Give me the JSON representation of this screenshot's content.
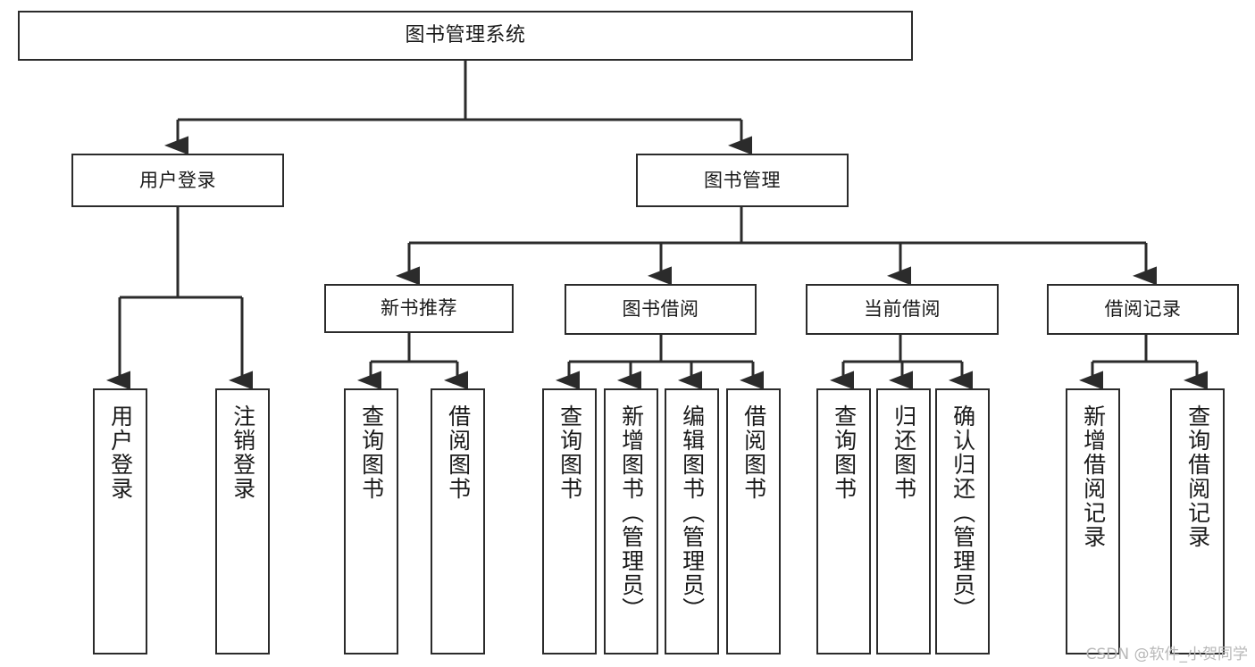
{
  "diagram": {
    "title": "图书管理系统",
    "watermark": "CSDN @软件_小贺同学",
    "stroke_color": "#2b2b2b",
    "fill_color": "#ffffff",
    "text_color": "#1a1a1a",
    "watermark_color": "#b8b8b8",
    "root": {
      "label": "图书管理系统"
    },
    "level1": [
      {
        "label": "用户登录"
      },
      {
        "label": "图书管理"
      }
    ],
    "level2": [
      {
        "label": "新书推荐"
      },
      {
        "label": "图书借阅"
      },
      {
        "label": "当前借阅"
      },
      {
        "label": "借阅记录"
      }
    ],
    "leaves": {
      "user_login": [
        {
          "label": "用户登录"
        },
        {
          "label": "注销登录"
        }
      ],
      "new_book": [
        {
          "label": "查询图书"
        },
        {
          "label": "借阅图书"
        }
      ],
      "book_borrow": [
        {
          "label": "查询图书"
        },
        {
          "label": "新增图书（管理员）"
        },
        {
          "label": "编辑图书（管理员）"
        },
        {
          "label": "借阅图书"
        }
      ],
      "current_borrow": [
        {
          "label": "查询图书"
        },
        {
          "label": "归还图书"
        },
        {
          "label": "确认归还（管理员）"
        }
      ],
      "borrow_record": [
        {
          "label": "新增借阅记录"
        },
        {
          "label": "查询借阅记录"
        }
      ]
    }
  }
}
